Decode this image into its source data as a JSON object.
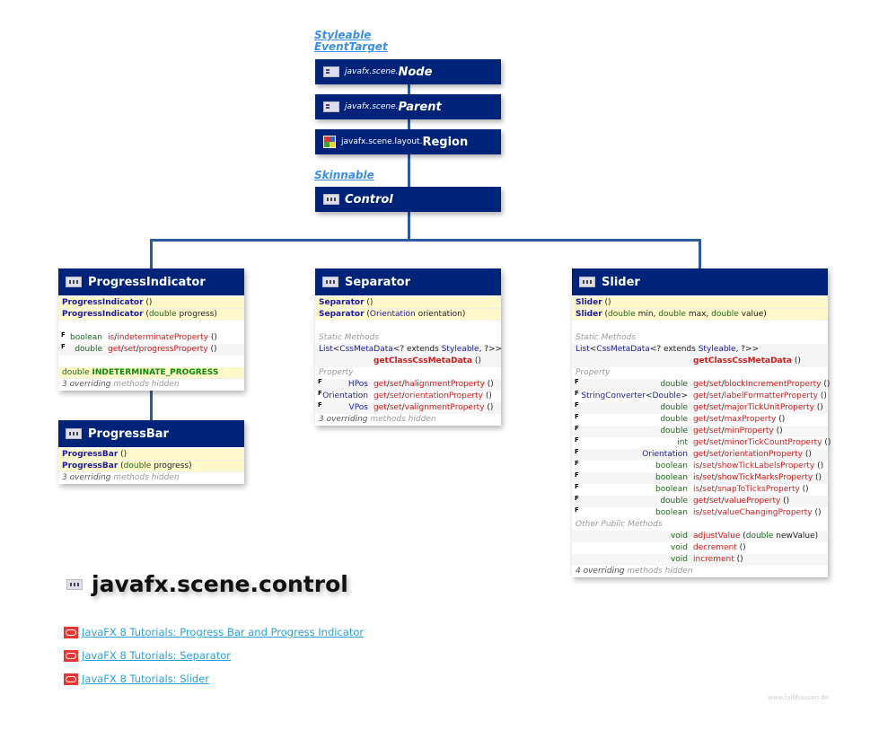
{
  "interfaces": {
    "top1": "Styleable",
    "top2": "EventTarget",
    "skinnable": "Skinnable"
  },
  "hierarchy": [
    {
      "pkg": "javafx.scene.",
      "cls": "Node",
      "icon": "node",
      "italic": true
    },
    {
      "pkg": "javafx.scene.",
      "cls": "Parent",
      "icon": "node",
      "italic": true
    },
    {
      "pkg": "javafx.scene.layout.",
      "cls": "Region",
      "icon": "region",
      "italic": false
    },
    {
      "pkg": "",
      "cls": "Control",
      "icon": "control",
      "italic": true
    }
  ],
  "colors": {
    "header": "#00237a",
    "connector": "#2c5aa0",
    "link": "#2a9fd6",
    "constructor_bg": "#fff8c8"
  },
  "boxes": [
    {
      "id": "progressindicator",
      "title": "ProgressIndicator",
      "rows": [
        {
          "bg": "ctor",
          "name": [
            [
              "ProgressIndicator",
              "bb"
            ],
            [
              " ()",
              "k"
            ]
          ]
        },
        {
          "bg": "ctor",
          "name": [
            [
              "ProgressIndicator",
              "bb"
            ],
            [
              " (",
              "k"
            ],
            [
              "double",
              "g"
            ],
            [
              " progress)",
              "k"
            ]
          ]
        },
        {
          "bg": "blank"
        },
        {
          "f": true,
          "type": [
            [
              "boolean",
              "g"
            ]
          ],
          "name": [
            [
              "is",
              "r"
            ],
            [
              "/",
              "k"
            ],
            [
              "indeterminateProperty",
              "r"
            ],
            [
              " ()",
              "k"
            ]
          ]
        },
        {
          "bg": "alt",
          "f": true,
          "type": [
            [
              "double",
              "g"
            ]
          ],
          "name": [
            [
              "get",
              "r"
            ],
            [
              "/",
              "k"
            ],
            [
              "set",
              "r"
            ],
            [
              "/",
              "k"
            ],
            [
              "progressProperty",
              "r"
            ],
            [
              " ()",
              "k"
            ]
          ]
        },
        {
          "bg": "blank"
        },
        {
          "bg": "ctor",
          "name": [
            [
              "double ",
              "g"
            ],
            [
              "INDETERMINATE_PROGRESS",
              "gb"
            ]
          ]
        },
        {
          "name": [
            [
              "3 overriding",
              "ib"
            ],
            [
              " methods hidden",
              "i"
            ]
          ]
        }
      ]
    },
    {
      "id": "progressbar",
      "title": "ProgressBar",
      "rows": [
        {
          "bg": "ctor",
          "name": [
            [
              "ProgressBar",
              "bb"
            ],
            [
              " ()",
              "k"
            ]
          ]
        },
        {
          "bg": "ctor",
          "name": [
            [
              "ProgressBar",
              "bb"
            ],
            [
              " (",
              "k"
            ],
            [
              "double",
              "g"
            ],
            [
              " progress)",
              "k"
            ]
          ]
        },
        {
          "name": [
            [
              "3 overriding",
              "ib"
            ],
            [
              " methods hidden",
              "i"
            ]
          ]
        }
      ]
    },
    {
      "id": "separator",
      "title": "Separator",
      "rows": [
        {
          "bg": "ctor",
          "name": [
            [
              "Separator",
              "bb"
            ],
            [
              " ()",
              "k"
            ]
          ]
        },
        {
          "bg": "ctor",
          "name": [
            [
              "Separator",
              "bb"
            ],
            [
              " (",
              "k"
            ],
            [
              "Orientation",
              "bl"
            ],
            [
              " orientation)",
              "k"
            ]
          ]
        },
        {
          "bg": "blank"
        },
        {
          "name": [
            [
              "Static Methods",
              "i"
            ]
          ]
        },
        {
          "bg": "alt",
          "name": [
            [
              "List",
              "bl"
            ],
            [
              "<",
              "k"
            ],
            [
              "CssMetaData",
              "bl"
            ],
            [
              "<? extends ",
              "k"
            ],
            [
              "Styleable",
              "bl"
            ],
            [
              ", ?>>",
              "k"
            ]
          ]
        },
        {
          "bg": "alt",
          "type": [],
          "name": [
            [
              "getClassCssMetaData",
              "rb"
            ],
            [
              " ()",
              "k"
            ]
          ]
        },
        {
          "name": [
            [
              "Property",
              "i"
            ]
          ]
        },
        {
          "bg": "alt",
          "f": true,
          "type": [
            [
              "HPos",
              "bl"
            ]
          ],
          "name": [
            [
              "get",
              "r"
            ],
            [
              "/",
              "k"
            ],
            [
              "set",
              "r"
            ],
            [
              "/",
              "k"
            ],
            [
              "halignmentProperty",
              "r"
            ],
            [
              " ()",
              "k"
            ]
          ]
        },
        {
          "f": true,
          "type": [
            [
              "Orientation",
              "bl"
            ]
          ],
          "name": [
            [
              "get",
              "r"
            ],
            [
              "/",
              "k"
            ],
            [
              "set",
              "r"
            ],
            [
              "/",
              "k"
            ],
            [
              "orientationProperty",
              "r"
            ],
            [
              " ()",
              "k"
            ]
          ]
        },
        {
          "bg": "alt",
          "f": true,
          "type": [
            [
              "VPos",
              "bl"
            ]
          ],
          "name": [
            [
              "get",
              "r"
            ],
            [
              "/",
              "k"
            ],
            [
              "set",
              "r"
            ],
            [
              "/",
              "k"
            ],
            [
              "valignmentProperty",
              "r"
            ],
            [
              " ()",
              "k"
            ]
          ]
        },
        {
          "name": [
            [
              "3 overriding",
              "ib"
            ],
            [
              " methods hidden",
              "i"
            ]
          ]
        }
      ]
    },
    {
      "id": "slider",
      "title": "Slider",
      "rows": [
        {
          "bg": "ctor",
          "name": [
            [
              "Slider",
              "bb"
            ],
            [
              " ()",
              "k"
            ]
          ]
        },
        {
          "bg": "ctor",
          "name": [
            [
              "Slider",
              "bb"
            ],
            [
              " (",
              "k"
            ],
            [
              "double",
              "g"
            ],
            [
              " min, ",
              "k"
            ],
            [
              "double",
              "g"
            ],
            [
              " max, ",
              "k"
            ],
            [
              "double",
              "g"
            ],
            [
              " value)",
              "k"
            ]
          ]
        },
        {
          "bg": "blank"
        },
        {
          "name": [
            [
              "Static Methods",
              "i"
            ]
          ]
        },
        {
          "bg": "alt",
          "name": [
            [
              "List",
              "bl"
            ],
            [
              "<",
              "k"
            ],
            [
              "CssMetaData",
              "bl"
            ],
            [
              "<? extends ",
              "k"
            ],
            [
              "Styleable",
              "bl"
            ],
            [
              ", ?>>",
              "k"
            ]
          ]
        },
        {
          "bg": "alt",
          "type": [],
          "name": [
            [
              "getClassCssMetaData",
              "rb"
            ],
            [
              " ()",
              "k"
            ]
          ]
        },
        {
          "name": [
            [
              "Property",
              "i"
            ]
          ]
        },
        {
          "bg": "alt",
          "f": true,
          "type": [
            [
              "double",
              "g"
            ]
          ],
          "name": [
            [
              "get",
              "r"
            ],
            [
              "/",
              "k"
            ],
            [
              "set",
              "r"
            ],
            [
              "/",
              "k"
            ],
            [
              "blockIncrementProperty",
              "r"
            ],
            [
              " ()",
              "k"
            ]
          ]
        },
        {
          "f": true,
          "type": [
            [
              "StringConverter",
              "bl"
            ],
            [
              "<",
              "k"
            ],
            [
              "Double",
              "bl"
            ],
            [
              ">",
              "k"
            ]
          ],
          "name": [
            [
              "get",
              "r"
            ],
            [
              "/",
              "k"
            ],
            [
              "set",
              "r"
            ],
            [
              "/",
              "k"
            ],
            [
              "labelFormatterProperty",
              "r"
            ],
            [
              " ()",
              "k"
            ]
          ]
        },
        {
          "bg": "alt",
          "f": true,
          "type": [
            [
              "double",
              "g"
            ]
          ],
          "name": [
            [
              "get",
              "r"
            ],
            [
              "/",
              "k"
            ],
            [
              "set",
              "r"
            ],
            [
              "/",
              "k"
            ],
            [
              "majorTickUnitProperty",
              "r"
            ],
            [
              " ()",
              "k"
            ]
          ]
        },
        {
          "f": true,
          "type": [
            [
              "double",
              "g"
            ]
          ],
          "name": [
            [
              "get",
              "r"
            ],
            [
              "/",
              "k"
            ],
            [
              "set",
              "r"
            ],
            [
              "/",
              "k"
            ],
            [
              "maxProperty",
              "r"
            ],
            [
              " ()",
              "k"
            ]
          ]
        },
        {
          "bg": "alt",
          "f": true,
          "type": [
            [
              "double",
              "g"
            ]
          ],
          "name": [
            [
              "get",
              "r"
            ],
            [
              "/",
              "k"
            ],
            [
              "set",
              "r"
            ],
            [
              "/",
              "k"
            ],
            [
              "minProperty",
              "r"
            ],
            [
              " ()",
              "k"
            ]
          ]
        },
        {
          "f": true,
          "type": [
            [
              "int",
              "g"
            ]
          ],
          "name": [
            [
              "get",
              "r"
            ],
            [
              "/",
              "k"
            ],
            [
              "set",
              "r"
            ],
            [
              "/",
              "k"
            ],
            [
              "minorTickCountProperty",
              "r"
            ],
            [
              " ()",
              "k"
            ]
          ]
        },
        {
          "bg": "alt",
          "f": true,
          "type": [
            [
              "Orientation",
              "bl"
            ]
          ],
          "name": [
            [
              "get",
              "r"
            ],
            [
              "/",
              "k"
            ],
            [
              "set",
              "r"
            ],
            [
              "/",
              "k"
            ],
            [
              "orientationProperty",
              "r"
            ],
            [
              " ()",
              "k"
            ]
          ]
        },
        {
          "f": true,
          "type": [
            [
              "boolean",
              "g"
            ]
          ],
          "name": [
            [
              "is",
              "r"
            ],
            [
              "/",
              "k"
            ],
            [
              "set",
              "r"
            ],
            [
              "/",
              "k"
            ],
            [
              "showTickLabelsProperty",
              "r"
            ],
            [
              " ()",
              "k"
            ]
          ]
        },
        {
          "bg": "alt",
          "f": true,
          "type": [
            [
              "boolean",
              "g"
            ]
          ],
          "name": [
            [
              "is",
              "r"
            ],
            [
              "/",
              "k"
            ],
            [
              "set",
              "r"
            ],
            [
              "/",
              "k"
            ],
            [
              "showTickMarksProperty",
              "r"
            ],
            [
              " ()",
              "k"
            ]
          ]
        },
        {
          "f": true,
          "type": [
            [
              "boolean",
              "g"
            ]
          ],
          "name": [
            [
              "is",
              "r"
            ],
            [
              "/",
              "k"
            ],
            [
              "set",
              "r"
            ],
            [
              "/",
              "k"
            ],
            [
              "snapToTicksProperty",
              "r"
            ],
            [
              " ()",
              "k"
            ]
          ]
        },
        {
          "bg": "alt",
          "f": true,
          "type": [
            [
              "double",
              "g"
            ]
          ],
          "name": [
            [
              "get",
              "r"
            ],
            [
              "/",
              "k"
            ],
            [
              "set",
              "r"
            ],
            [
              "/",
              "k"
            ],
            [
              "valueProperty",
              "r"
            ],
            [
              " ()",
              "k"
            ]
          ]
        },
        {
          "f": true,
          "type": [
            [
              "boolean",
              "g"
            ]
          ],
          "name": [
            [
              "is",
              "r"
            ],
            [
              "/",
              "k"
            ],
            [
              "set",
              "r"
            ],
            [
              "/",
              "k"
            ],
            [
              "valueChangingProperty",
              "r"
            ],
            [
              " ()",
              "k"
            ]
          ]
        },
        {
          "name": [
            [
              "Other Public Methods",
              "i"
            ]
          ]
        },
        {
          "bg": "alt",
          "type": [
            [
              "void",
              "g"
            ]
          ],
          "name": [
            [
              "adjustValue",
              "r"
            ],
            [
              " (",
              "k"
            ],
            [
              "double",
              "g"
            ],
            [
              " newValue)",
              "k"
            ]
          ]
        },
        {
          "type": [
            [
              "void",
              "g"
            ]
          ],
          "name": [
            [
              "decrement",
              "r"
            ],
            [
              " ()",
              "k"
            ]
          ]
        },
        {
          "bg": "alt",
          "type": [
            [
              "void",
              "g"
            ]
          ],
          "name": [
            [
              "increment",
              "r"
            ],
            [
              " ()",
              "k"
            ]
          ]
        },
        {
          "name": [
            [
              "4 overriding",
              "ib"
            ],
            [
              " methods hidden",
              "i"
            ]
          ]
        }
      ]
    }
  ],
  "package_title": "javafx.scene.control",
  "links": [
    "JavaFX 8 Tutorials: Progress Bar and Progress Indicator",
    "JavaFX 8 Tutorials: Separator",
    "JavaFX 8 Tutorials: Slider"
  ],
  "watermark": "www.falkhausen.de"
}
